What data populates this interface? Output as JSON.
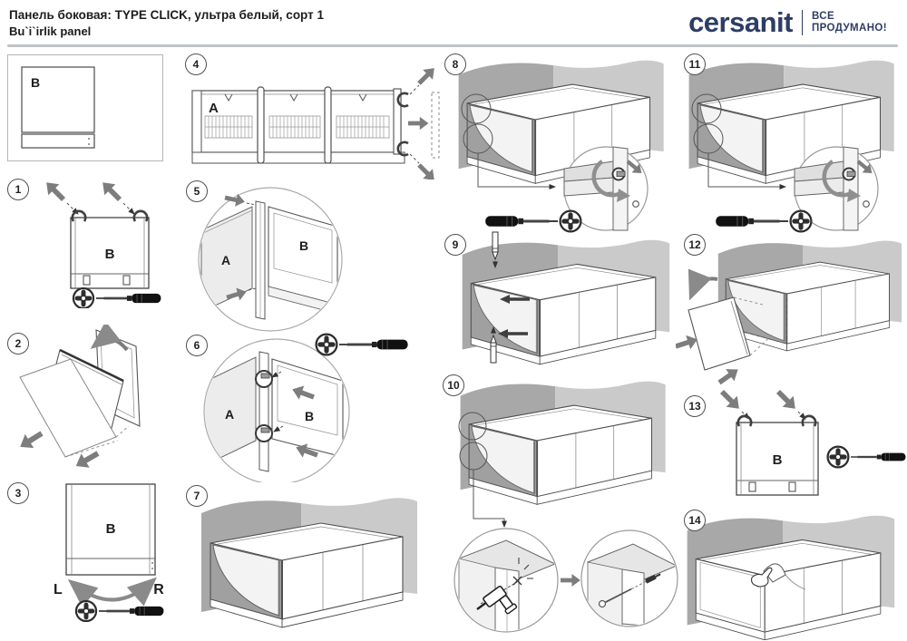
{
  "header": {
    "title_line1": "Панель боковая: TYPE CLICK, ультра белый, сорт 1",
    "title_line2": "Bu`i`irlik panel",
    "brand": "cersanit",
    "slogan_line1": "ВСЕ",
    "slogan_line2": "ПРОДУМАНО!"
  },
  "labels": {
    "panel_a": "A",
    "panel_b": "B",
    "left": "L",
    "right": "R"
  },
  "step_numbers": [
    "1",
    "2",
    "3",
    "4",
    "5",
    "6",
    "7",
    "8",
    "9",
    "10",
    "11",
    "12",
    "13",
    "14"
  ],
  "colors": {
    "brand_navy": "#2e3d66",
    "diagram_line": "#4f4f4f",
    "arrow_gray": "#7d7d7d",
    "wall_dark": "#a8a8a8",
    "wall_light": "#cacaca",
    "divider_gray": "#bfc3c5"
  },
  "icons": {
    "screw_head": "phillips-screw-head",
    "screwdriver": "screwdriver",
    "mounting_hook": "c-hook-clip",
    "pencil": "marking-pencil",
    "drill": "power-drill",
    "hand_peel": "hand-peeling-film",
    "rotate_arrow": "rotation-arrow",
    "move_arrow": "direction-arrow"
  }
}
